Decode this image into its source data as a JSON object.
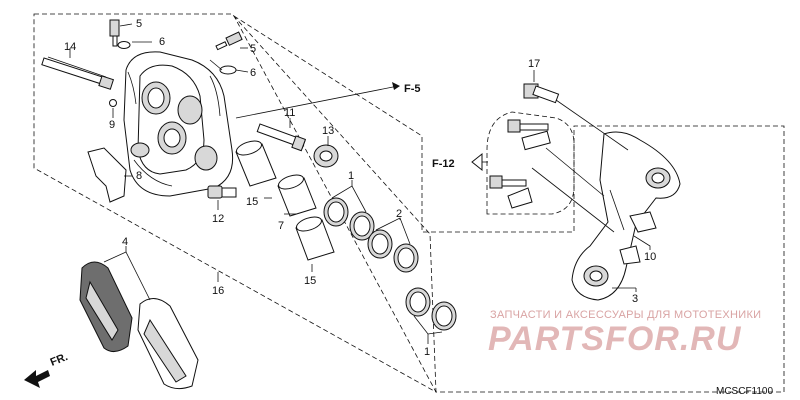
{
  "callouts": {
    "p1_top": "1",
    "p1_bottom": "1",
    "p2": "2",
    "p3": "3",
    "p4": "4",
    "p5_a": "5",
    "p5_b": "5",
    "p6_a": "6",
    "p6_b": "6",
    "p7": "7",
    "p8": "8",
    "p9": "9",
    "p10": "10",
    "p11": "11",
    "p12": "12",
    "p13": "13",
    "p14": "14",
    "p15_a": "15",
    "p15_b": "15",
    "p16": "16",
    "p17": "17"
  },
  "references": {
    "f5": "F-5",
    "f12": "F-12",
    "front": "FR."
  },
  "watermark": {
    "line1": "ЗАПЧАСТИ И АКСЕССУАРЫ ДЛЯ МОТОТЕХНИКИ",
    "line2": "PARTSFOR.RU"
  },
  "diagram_code": "MCSCF1100"
}
